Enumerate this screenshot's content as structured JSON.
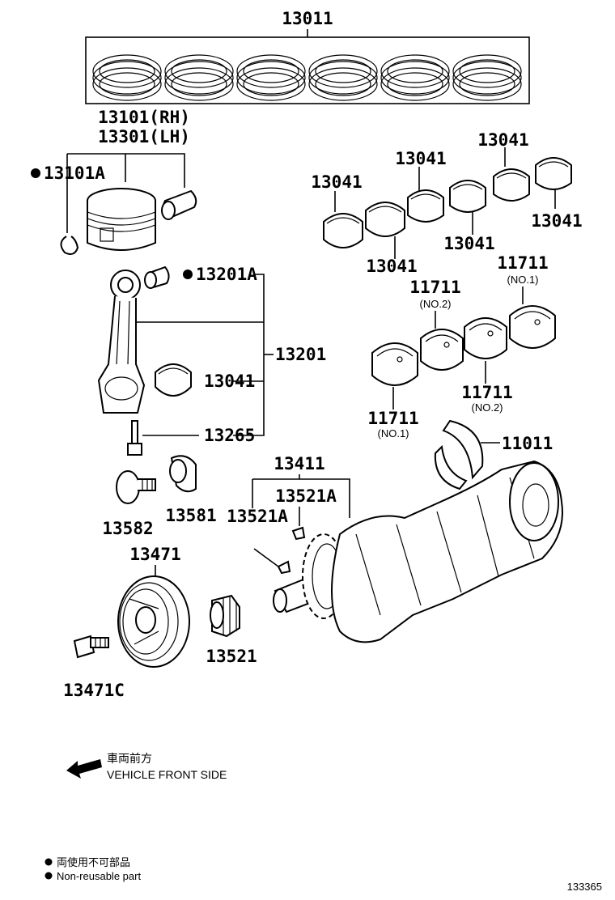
{
  "labels": {
    "piston_ring_set": "13011",
    "piston_rh": "13101(RH)",
    "piston_lh": "13301(LH)",
    "snap_ring": "13101A",
    "conrod_bushing": "13201A",
    "conrod_assy": "13201",
    "conrod_bearing": "13041",
    "conrod_bolt": "13265",
    "crank_pulley_bolt_washer": "13582",
    "crank_sprocket_spacer": "13581",
    "crank_pulley": "13471",
    "crank_pulley_bolt": "13471C",
    "crank_sprocket": "13521",
    "crank_key_a": "13521A",
    "crank_key_b": "13521A",
    "crankshaft": "13411",
    "thrust_washer": "11011",
    "bearing_top_1": "13041",
    "bearing_top_2": "13041",
    "bearing_top_3": "13041",
    "bearing_top_4": "13041",
    "bearing_top_5": "13041",
    "bearing_top_6": "13041",
    "main_bearing_1": "11711",
    "main_bearing_1_note": "(NO.1)",
    "main_bearing_2": "11711",
    "main_bearing_2_note": "(NO.2)",
    "main_bearing_3": "11711",
    "main_bearing_3_note": "(NO.2)",
    "main_bearing_4": "11711",
    "main_bearing_4_note": "(NO.1)"
  },
  "legend": {
    "front_jp": "車両前方",
    "front_en": "VEHICLE FRONT SIDE",
    "nonreuse_jp": "両使用不可部品",
    "nonreuse_en": "Non-reusable part"
  },
  "figure_id": "133365"
}
